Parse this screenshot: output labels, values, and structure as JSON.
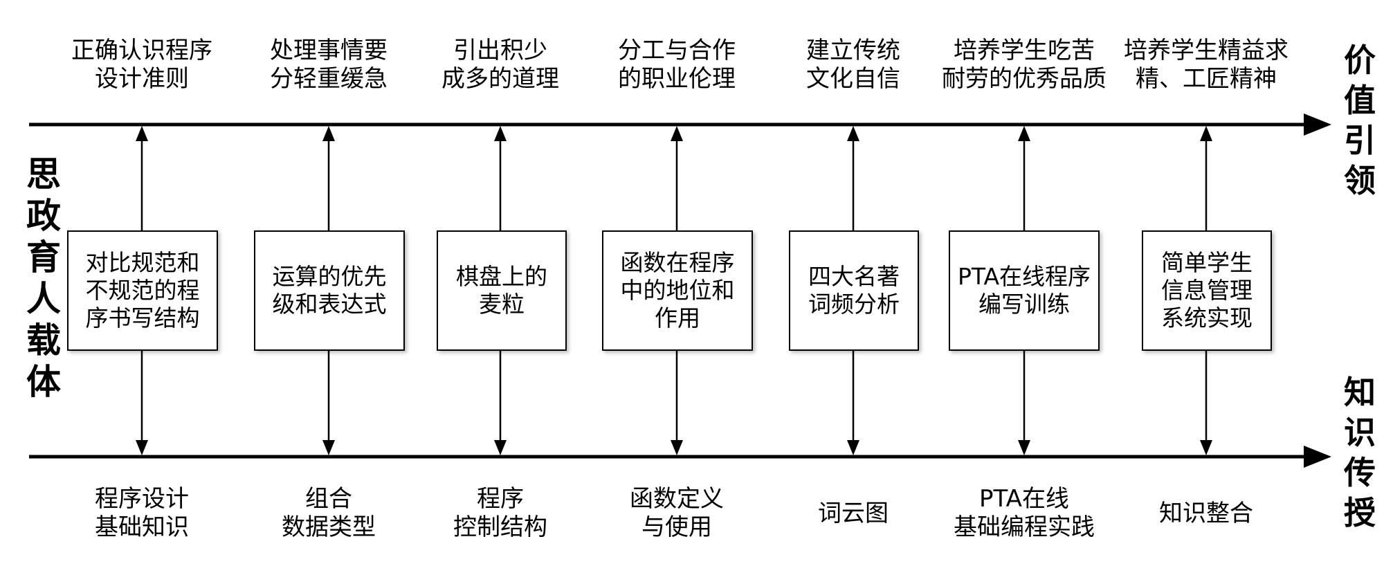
{
  "side_labels": {
    "left": "思\n政\n育\n人\n载\n体",
    "top_right": "价\n值\n引\n领",
    "bottom_right": "知\n识\n传\n授"
  },
  "columns": [
    {
      "top": "正确认识程序\n设计准则",
      "box": "对比规范和\n不规范的程\n序书写结构",
      "bottom": "程序设计\n基础知识"
    },
    {
      "top": "处理事情要\n分轻重缓急",
      "box": "运算的优先\n级和表达式",
      "bottom": "组合\n数据类型"
    },
    {
      "top": "引出积少\n成多的道理",
      "box": "棋盘上的\n麦粒",
      "bottom": "程序\n控制结构"
    },
    {
      "top": "分工与合作\n的职业伦理",
      "box": "函数在程序\n中的地位和\n作用",
      "bottom": "函数定义\n与使用"
    },
    {
      "top": "建立传统\n文化自信",
      "box": "四大名著\n词频分析",
      "bottom": "词云图"
    },
    {
      "top": "培养学生吃苦\n耐劳的优秀品质",
      "box": "PTA在线程序\n编写训练",
      "bottom": "PTA在线\n基础编程实践"
    },
    {
      "top": "培养学生精益求\n精、工匠精神",
      "box": "简单学生\n信息管理\n系统实现",
      "bottom": "知识整合"
    }
  ]
}
